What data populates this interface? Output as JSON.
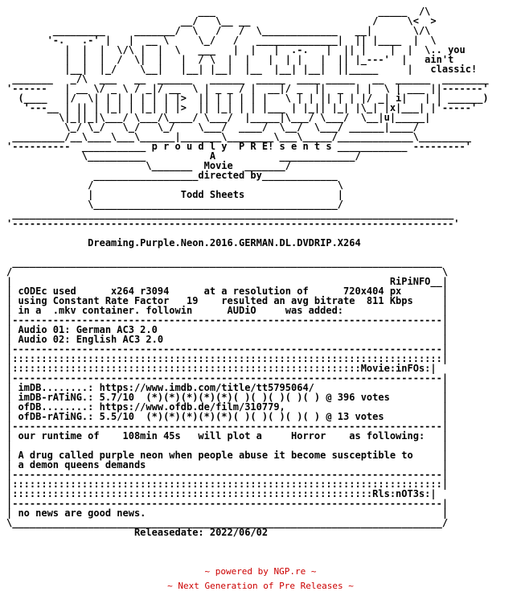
{
  "nfo_text": "                                 ___                            _____  /\\\n                              __/   \\__ __                     /     \\<  >\n        _________     _______/  \\   /   /  \\_____________   __|       \\/\\\n       '-.   .-' |   |  __ \\     \\_/   /   ______________|  || |____  |  \\\n          |  |  |  \\/\\ |  |  \\   ___   |  |   |  .-.   |  || |    |  |  \\.. you\n          |  |  |  /  \\|  |   |  / \\  |  |   |  | |   |  || |_---'  |   ain't\n          |__|  |_/    \\__|   |__| |__|  |__  |__| |__|  ||_____     |   classic!\n _______   _/\\  ___   __  ______   ______  _____  ____ _____   __  ______  ________\n'------   | __ \\/ _ \\ / _|/ __  \\ | _ _ / |  __|/ _  ||  _  | |  \\ | ___ ||-------'\n  (____   |/  \\| | | | | | | |>  || | | | | |   \\ | | || | | |/ _| i|   | | ______)\n   '---__ | || | |_| | |_| | |>  || |_| | | |___ | |_|| |_| |\\_| |x|___| |'-----'\n         \\|_||_|\\___/ \\___/\\____/ \\___/  |_____|\\___/ \\___/  \\__|u|_____|\n          \\_/ \\_/   \\_/   \\_/    \\___/  ____/  \\__/  \\___/ ______|____/\n _________/__\\____\\___\\______|_______\\________\\___\\_____/_____________\\_________\n'----------  ___________ p r o u d l y  P R E! s e n t s ____________ ---------'\n             \\__________           A           _____________/\n                        \\_______  Movie  _______/\n               __________________directed by_____________\n              /                                          \\\n              |               Todd Sheets                |\n              \\__________________________________________/\n ____________________________________________________________________________\n'----------------------------------------------------------------------------'\n\n              Dreaming.Purple.Neon.2016.GERMAN.DL.DVDRIP.X264\n\n __________________________________________________________________________  \n/                                                                          \\\n|                                                                 RiPiNFO__|\n| cODEc used      x264 r3094      at a resolution of      720x404 px       |\n| using Constant Rate Factor   19    resulted an avg bitrate  811 Kbps     |\n| in a  .mkv container. followin      AUDiO     was added:                 |\n|--------------------------------------------------------------------------|\n| Audio 01: German AC3 2.0                                                 |\n| Audio 02: English AC3 2.0                                                |\n|--------------------------------------------------------------------------|\n|::::::::::::::::::::::::::::::::::::::::::::::::::::::::::::::::::::::::::|\n|::::::::::::::::::::::::::::::::::::::::::::::::::::::::::::Movie:inFOs:|\n|--------------------------------------------------------------------------|\n| imDB........: https://www.imdb.com/title/tt5795064/                      |\n| imDB-rATiNG.: 5.7/10  (*)(*)(*)(*)(*)( )( )( )( )( ) @ 396 votes         |\n| ofDB........: https://www.ofdb.de/film/310779,                           |\n| ofDB-rATiNG.: 5.5/10  (*)(*)(*)(*)(*)( )( )( )( )( ) @ 13 votes          |\n|--------------------------------------------------------------------------|\n| our runtime of    108min 45s   will plot a     Horror    as following:   |\n|                                                                          |\n| A drug called purple neon when people abuse it become susceptible to     |\n| a demon queens demands                                                   |\n|--------------------------------------------------------------------------|\n|::::::::::::::::::::::::::::::::::::::::::::::::::::::::::::::::::::::::::|\n|::::::::::::::::::::::::::::::::::::::::::::::::::::::::::::::Rls:nOT3s:|\n|--------------------------------------------------------------------------|\n| no news are good news.                                                   |\n\\__________________________________________________________________________/\n                      Releasedate: 2022/06/02",
  "footer": {
    "powered_by": "~ powered by NGP.re ~",
    "tagline": "~ Next Generation of Pre Releases ~"
  }
}
